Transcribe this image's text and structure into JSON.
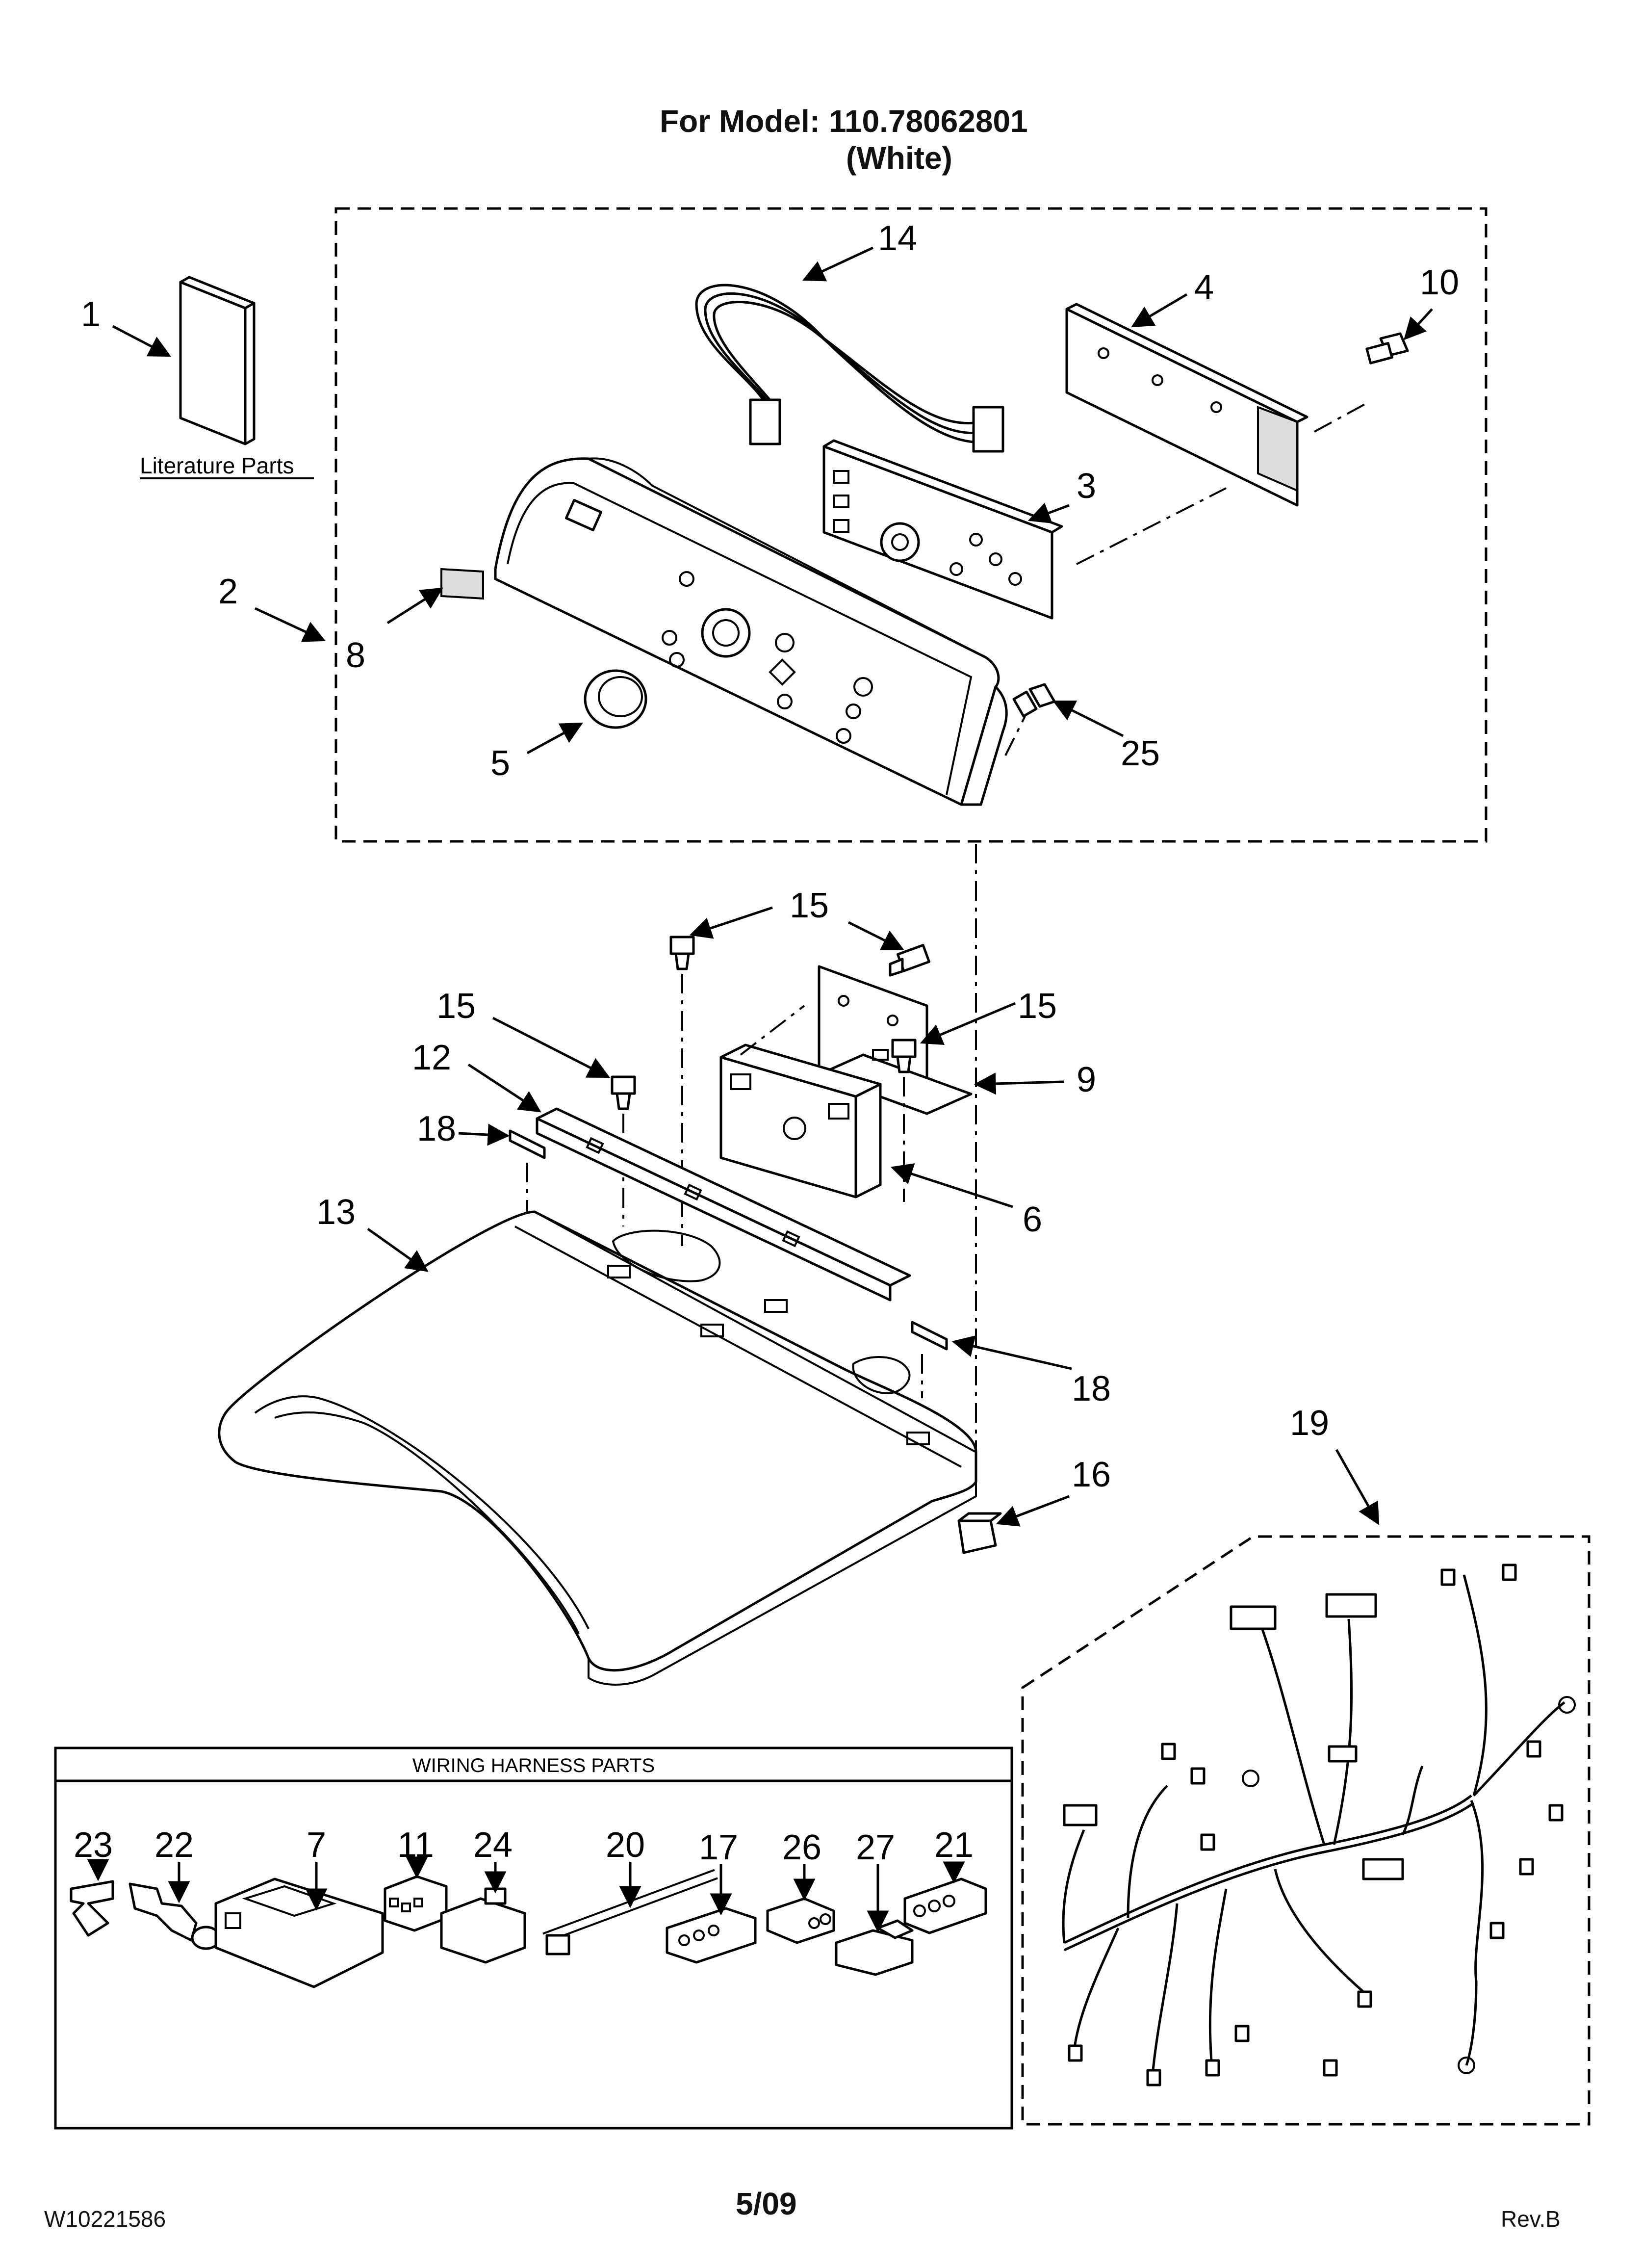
{
  "header": {
    "model_line": "For Model: 110.78062801",
    "color_line": "(White)"
  },
  "footer": {
    "doc_number": "W10221586",
    "date": "5/09",
    "revision": "Rev.B"
  },
  "labels": {
    "literature": "Literature Parts",
    "harness_box_title": "WIRING HARNESS PARTS"
  },
  "callouts": {
    "c1": "1",
    "c2": "2",
    "c3": "3",
    "c4": "4",
    "c5": "5",
    "c6": "6",
    "c8": "8",
    "c9": "9",
    "c10": "10",
    "c12": "12",
    "c13": "13",
    "c14": "14",
    "c15a": "15",
    "c15b": "15",
    "c15c": "15",
    "c16": "16",
    "c18a": "18",
    "c18b": "18",
    "c19": "19",
    "c25": "25"
  },
  "harness_parts": [
    "23",
    "22",
    "7",
    "11",
    "24",
    "20",
    "17",
    "26",
    "27",
    "21"
  ]
}
